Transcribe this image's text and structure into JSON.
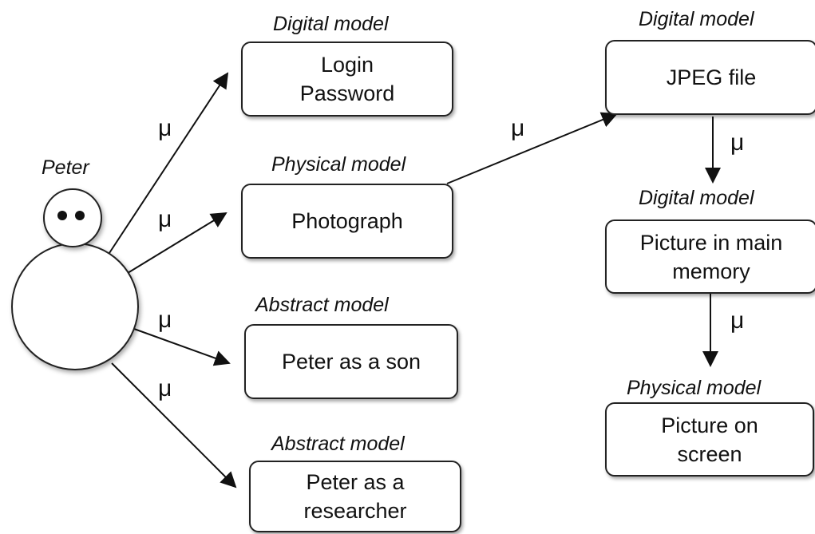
{
  "person": {
    "name": "Peter"
  },
  "mu_symbol": "μ",
  "models": {
    "login": {
      "caption": "Digital model",
      "lines": [
        "Login",
        "Password"
      ]
    },
    "photograph": {
      "caption": "Physical model",
      "lines": [
        "Photograph"
      ]
    },
    "son": {
      "caption": "Abstract model",
      "lines": [
        "Peter as a son"
      ]
    },
    "researcher": {
      "caption": "Abstract model",
      "lines": [
        "Peter as a",
        "researcher"
      ]
    },
    "jpeg": {
      "caption": "Digital model",
      "lines": [
        "JPEG file"
      ]
    },
    "memory": {
      "caption": "Digital model",
      "lines": [
        "Picture in main",
        "memory"
      ]
    },
    "screen": {
      "caption": "Physical model",
      "lines": [
        "Picture on",
        "screen"
      ]
    }
  }
}
